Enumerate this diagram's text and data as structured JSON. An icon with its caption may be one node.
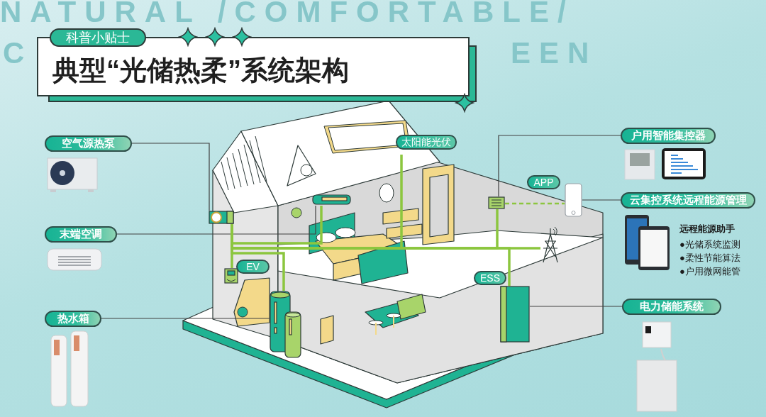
{
  "diagram": {
    "title": "典型“光储热柔”系统架构",
    "nodes": [
      {
        "text": [
          "空气源热泵"
        ]
      },
      {
        "text": [
          "末端空调"
        ]
      },
      {
        "text": [
          "热水箱"
        ]
      },
      {
        "text": [
          "户用智能集控器"
        ]
      },
      {
        "text": [
          "云集控系统远程能源管理"
        ]
      },
      {
        "text": [
          "电力储能系统"
        ]
      },
      {
        "text": [
          "太阳能光伏"
        ]
      },
      {
        "text": [
          "EV"
        ]
      },
      {
        "text": [
          "APP"
        ]
      },
      {
        "text": [
          "ESS"
        ]
      },
      {
        "text": [],
        "shape": "picture"
      },
      {
        "text": [],
        "shape": "picture"
      },
      {
        "text": [],
        "shape": "picture"
      },
      {
        "text": [],
        "shape": "picture"
      },
      {
        "text": [],
        "shape": "picture"
      },
      {
        "text": [],
        "shape": "picture"
      },
      {
        "text": [],
        "shape": "picture"
      },
      {
        "text": [],
        "shape": "picture"
      },
      {
        "text": [],
        "shape": "picture"
      }
    ],
    "edges": [
      {
        "from": 0,
        "to": 10,
        "arrow": "none",
        "color": "#404040"
      },
      {
        "from": 1,
        "to": 11,
        "arrow": "none",
        "color": "#404040"
      },
      {
        "from": 2,
        "to": 17,
        "arrow": "none",
        "color": "#404040"
      },
      {
        "from": 3,
        "to": 13,
        "arrow": "none",
        "color": "#404040"
      },
      {
        "from": 4,
        "to": 14,
        "arrow": "none",
        "color": "#404040"
      },
      {
        "from": 5,
        "to": 18,
        "arrow": "none",
        "color": "#404040"
      },
      {
        "from": 13,
        "to": 14,
        "arrow": "none",
        "style": "dashed"
      },
      {
        "from": 10,
        "to": 11,
        "arrow": "none"
      },
      {
        "from": 10,
        "to": 12,
        "arrow": "none"
      },
      {
        "from": 10,
        "to": 13,
        "arrow": "none"
      },
      {
        "from": 10,
        "to": 15,
        "arrow": "none"
      },
      {
        "from": 10,
        "to": 16,
        "arrow": "none"
      },
      {
        "from": 10,
        "to": 17,
        "arrow": "none"
      },
      {
        "from": 10,
        "to": 18,
        "arrow": "none"
      }
    ],
    "labels": [
      "NATURAL /COMFORTABLE/",
      "科普小贴士",
      "C",
      "EEN",
      "远程能源助手",
      "●光储系统监测",
      "●柔性节能算法",
      "●户用微网能管"
    ]
  }
}
